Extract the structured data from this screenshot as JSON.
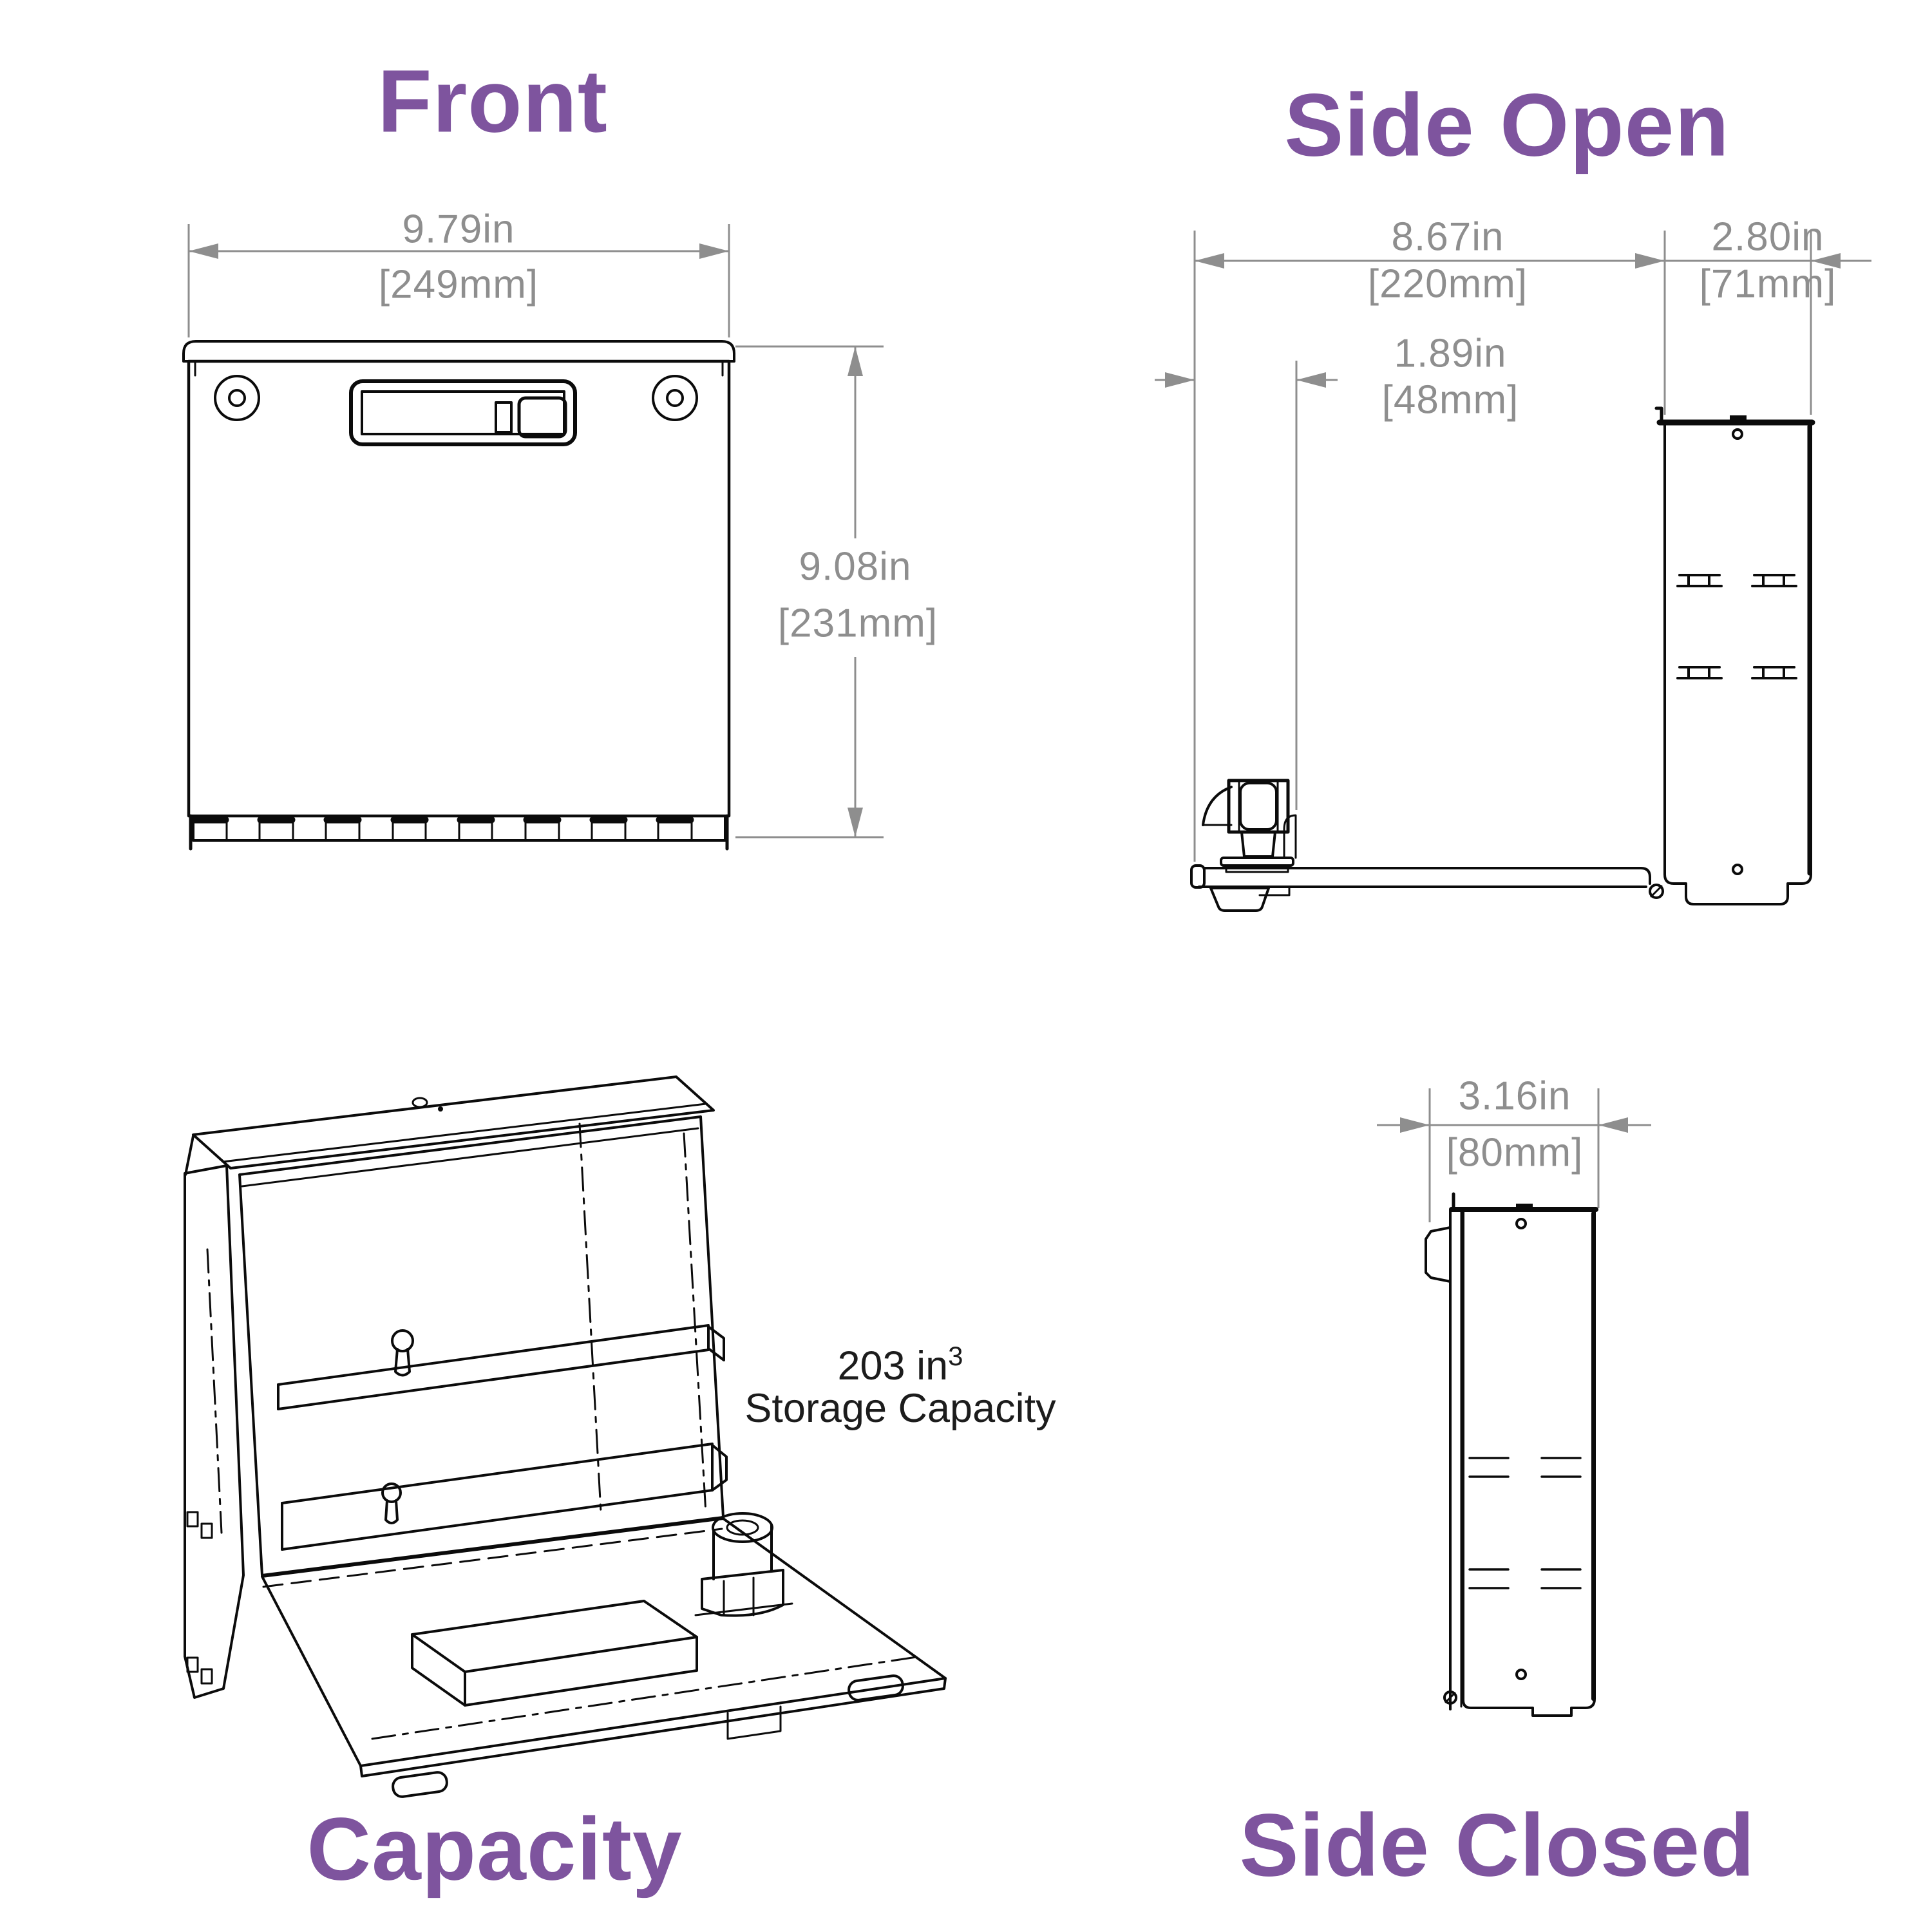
{
  "colors": {
    "title": "#7e549e",
    "dimension": "#8e8e8e",
    "line": "#0b0b0b"
  },
  "views": {
    "front": {
      "title": "Front",
      "width_dim": {
        "in": "9.79in",
        "mm": "[249mm]"
      },
      "height_dim": {
        "in": "9.08in",
        "mm": "[231mm]"
      }
    },
    "side_open": {
      "title": "Side Open",
      "door_dim": {
        "in": "8.67in",
        "mm": "[220mm]"
      },
      "panel_dim": {
        "in": "2.80in",
        "mm": "[71mm]"
      },
      "latch_dim": {
        "in": "1.89in",
        "mm": "[48mm]"
      }
    },
    "capacity": {
      "title": "Capacity",
      "storage_value": "203 in",
      "storage_exponent": "3",
      "storage_label": "Storage Capacity"
    },
    "side_closed": {
      "title": "Side Closed",
      "depth_dim": {
        "in": "3.16in",
        "mm": "[80mm]"
      }
    }
  }
}
